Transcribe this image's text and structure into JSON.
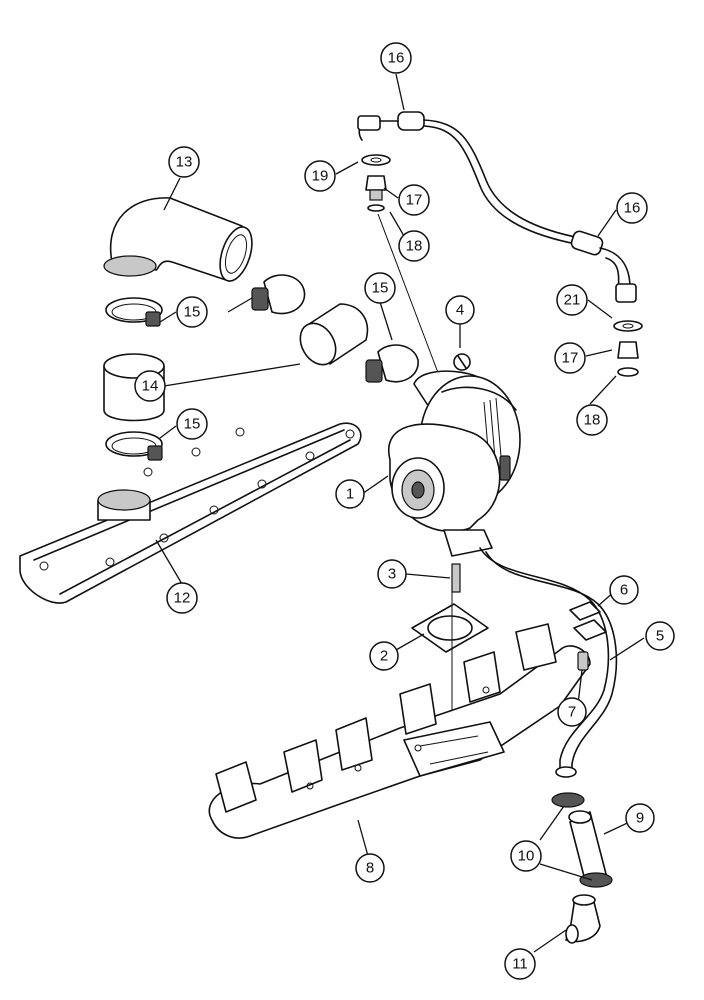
{
  "callouts": [
    {
      "id": "c1",
      "label": "1"
    },
    {
      "id": "c2",
      "label": "2"
    },
    {
      "id": "c3",
      "label": "3"
    },
    {
      "id": "c4",
      "label": "4"
    },
    {
      "id": "c5",
      "label": "5"
    },
    {
      "id": "c6",
      "label": "6"
    },
    {
      "id": "c7",
      "label": "7"
    },
    {
      "id": "c8",
      "label": "8"
    },
    {
      "id": "c9",
      "label": "9"
    },
    {
      "id": "c10",
      "label": "10"
    },
    {
      "id": "c11",
      "label": "11"
    },
    {
      "id": "c12",
      "label": "12"
    },
    {
      "id": "c13",
      "label": "13"
    },
    {
      "id": "c14",
      "label": "14"
    },
    {
      "id": "c15a",
      "label": "15"
    },
    {
      "id": "c15b",
      "label": "15"
    },
    {
      "id": "c15c",
      "label": "15"
    },
    {
      "id": "c16a",
      "label": "16"
    },
    {
      "id": "c16b",
      "label": "16"
    },
    {
      "id": "c17a",
      "label": "17"
    },
    {
      "id": "c17b",
      "label": "17"
    },
    {
      "id": "c18a",
      "label": "18"
    },
    {
      "id": "c18b",
      "label": "18"
    },
    {
      "id": "c19",
      "label": "19"
    },
    {
      "id": "c21",
      "label": "21"
    }
  ]
}
